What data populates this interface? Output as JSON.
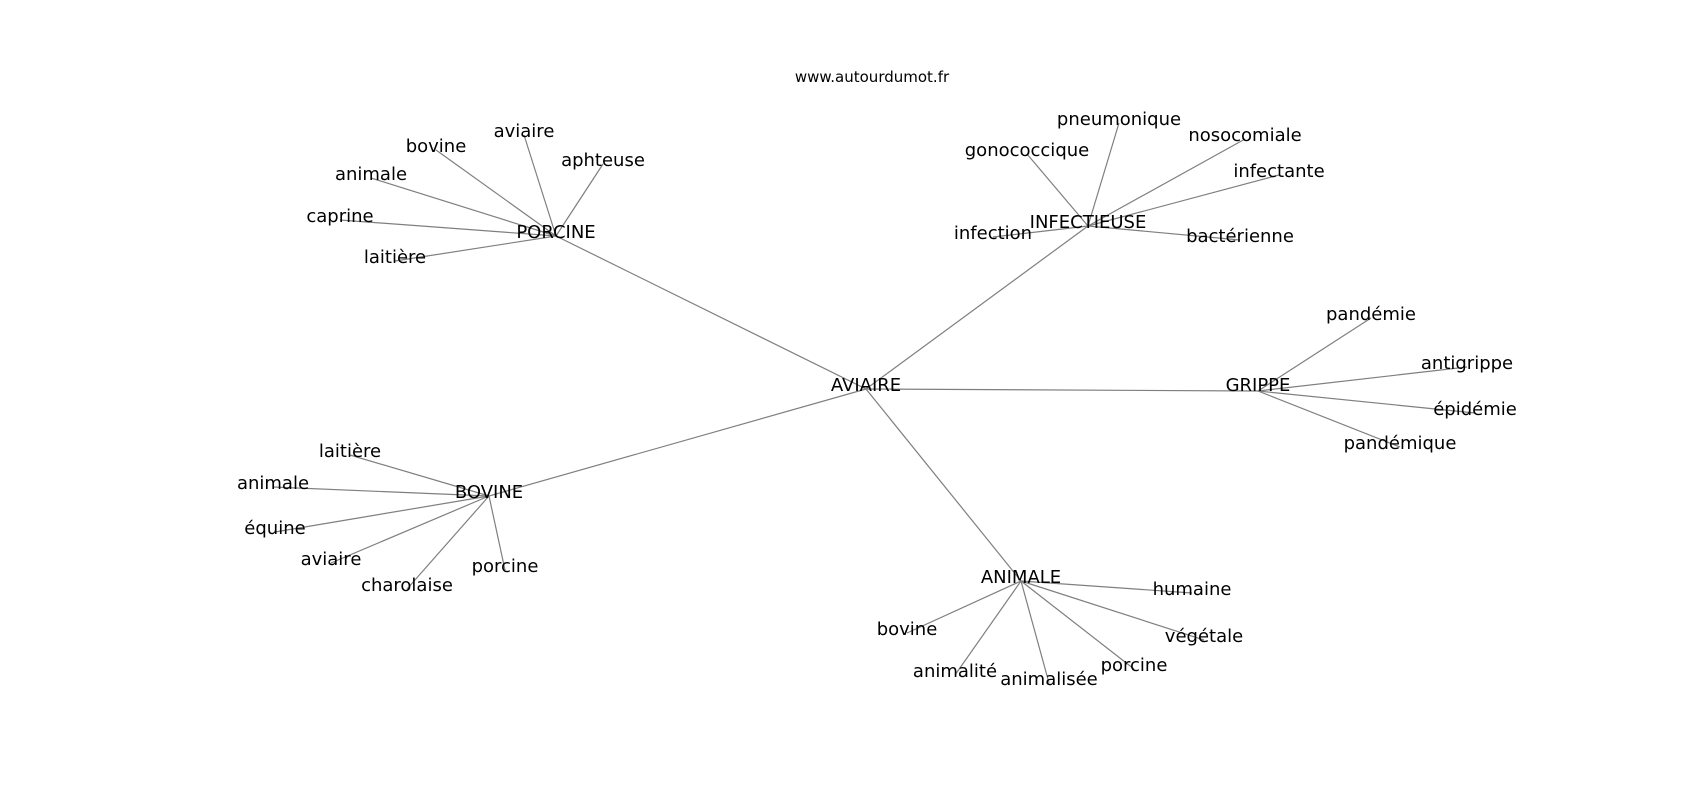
{
  "source": "www.autourdumot.fr",
  "center": {
    "label": "AVIAIRE"
  },
  "colors": {
    "edge": "#7f7f7f",
    "text": "#000000",
    "background": "#ffffff"
  },
  "hubs": [
    {
      "id": "porcine",
      "label": "PORCINE",
      "leaves": [
        "aphteuse",
        "aviaire",
        "bovine",
        "animale",
        "caprine",
        "laitière"
      ]
    },
    {
      "id": "infectieuse",
      "label": "INFECTIEUSE",
      "leaves": [
        "pneumonique",
        "gonococcique",
        "nosocomiale",
        "infectante",
        "infection",
        "bactérienne"
      ]
    },
    {
      "id": "grippe",
      "label": "GRIPPE",
      "leaves": [
        "pandémie",
        "antigrippe",
        "épidémie",
        "pandémique"
      ]
    },
    {
      "id": "bovine",
      "label": "BOVINE",
      "leaves": [
        "laitière",
        "animale",
        "équine",
        "aviaire",
        "charolaise",
        "porcine"
      ]
    },
    {
      "id": "animale",
      "label": "ANIMALE",
      "leaves": [
        "humaine",
        "végétale",
        "porcine",
        "animalisée",
        "animalité",
        "bovine"
      ]
    }
  ]
}
